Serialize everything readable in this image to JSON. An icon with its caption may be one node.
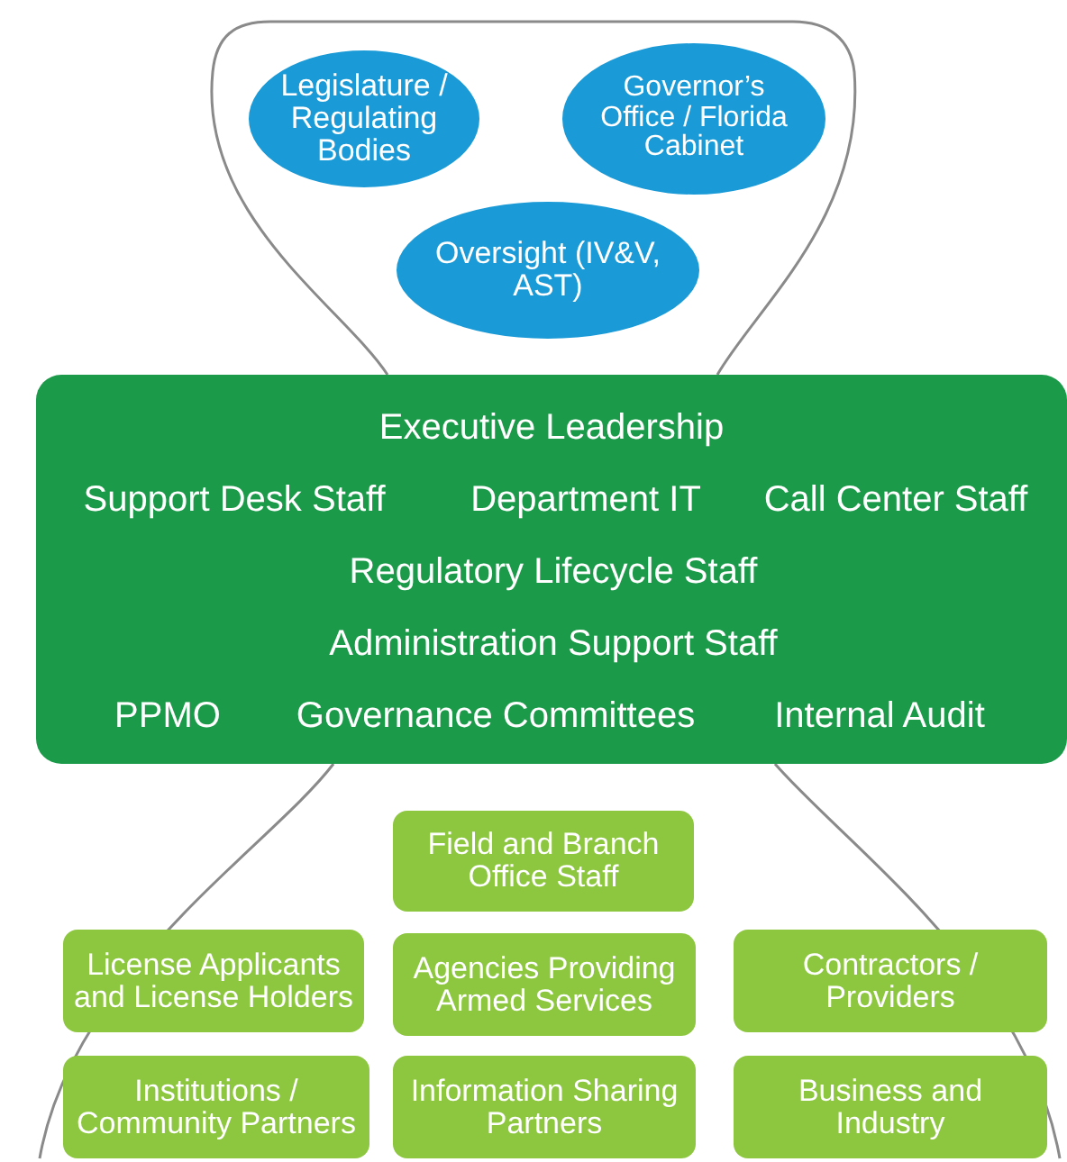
{
  "diagram": {
    "nodes": [
      {
        "text": [
          "Legislature / Regulating Bodies"
        ]
      },
      {
        "text": [
          "Governor’s Office / Florida Cabinet"
        ]
      },
      {
        "text": [
          "Oversight (IV&V, AST)"
        ]
      },
      {
        "text": [
          "Executive Leadership",
          "Support Desk Staff",
          "Department IT",
          "Call Center Staff",
          "Regulatory Lifecycle Staff",
          "Administration Support Staff",
          "PPMO",
          "Governance Committees",
          "Internal Audit"
        ]
      },
      {
        "text": [
          "Field and Branch Office Staff"
        ]
      },
      {
        "text": [
          "License Applicants and License Holders"
        ]
      },
      {
        "text": [
          "Agencies Providing Armed Services"
        ]
      },
      {
        "text": [
          "Contractors / Providers"
        ]
      },
      {
        "text": [
          "Institutions / Community Partners"
        ]
      },
      {
        "text": [
          "Information Sharing Partners"
        ]
      },
      {
        "text": [
          "Business and Industry"
        ]
      }
    ]
  }
}
